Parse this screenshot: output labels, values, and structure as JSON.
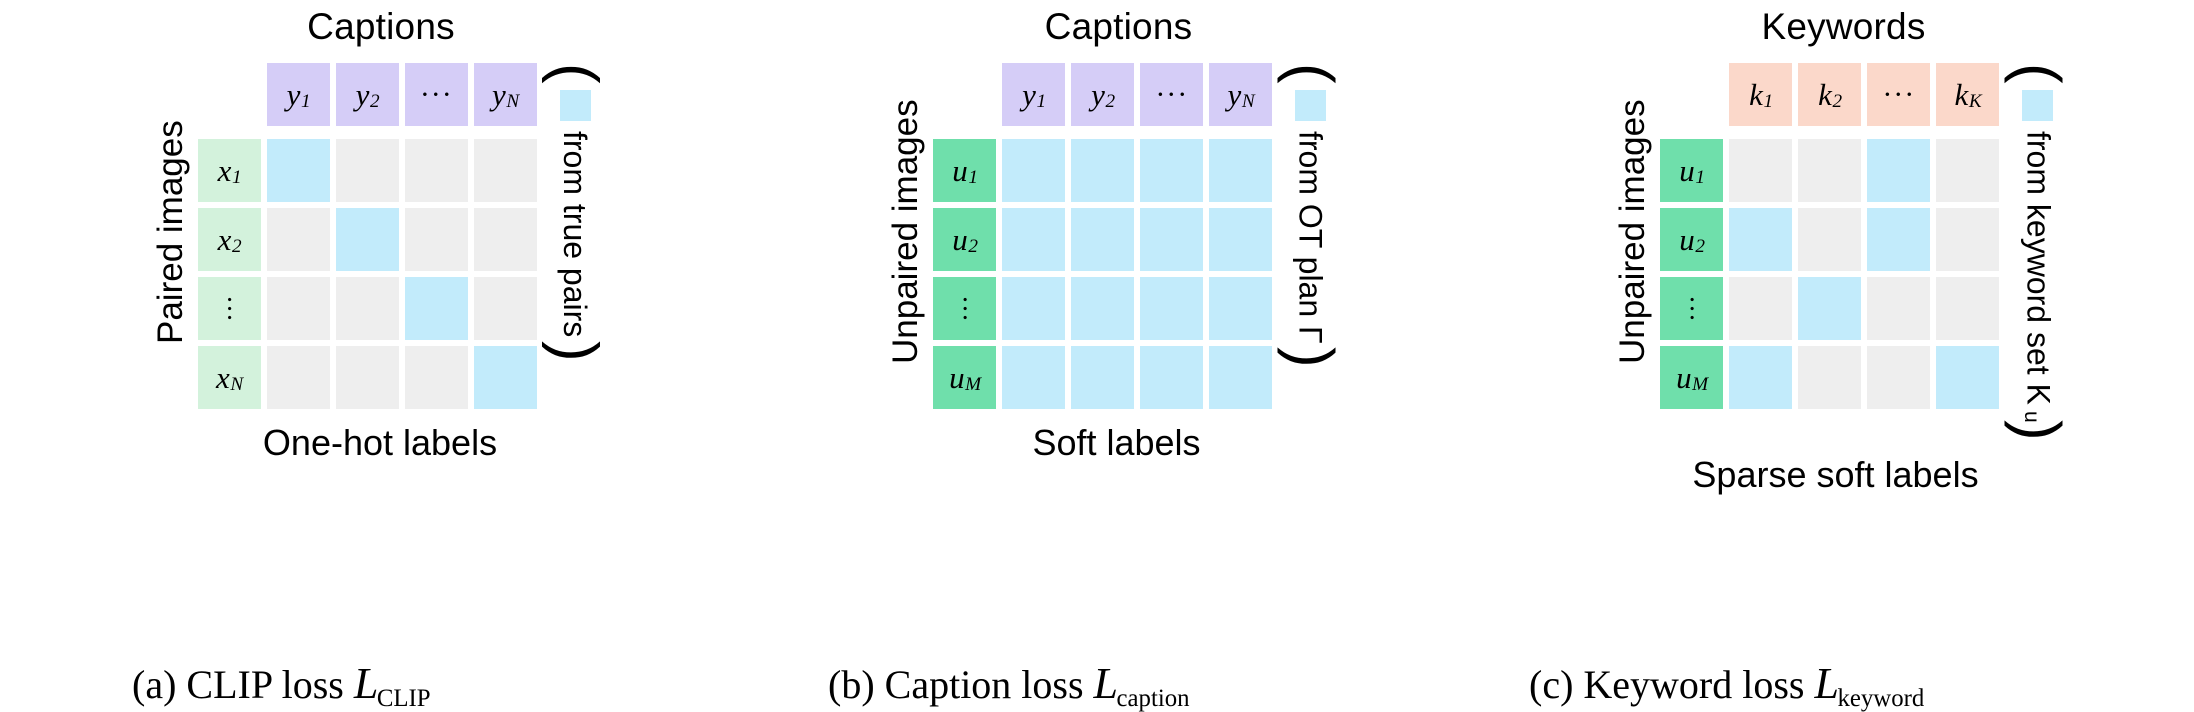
{
  "colors": {
    "caption_chip": "#d5cdf7",
    "keyword_chip": "#fbd8ca",
    "paired_image_chip": "#d3f2dc",
    "unpaired_image_chip": "#6fdfab",
    "cell_active": "#c2ebfb",
    "cell_inactive": "#eeeeee",
    "text": "#000000",
    "background": "#ffffff"
  },
  "panels": [
    {
      "id": "clip",
      "column_title": "Captions",
      "row_axis_label": "Paired images",
      "bottom_label": "One-hot labels",
      "caption_prefix": "(a) CLIP loss",
      "caption_symbol": "L",
      "caption_subscript": "CLIP",
      "column_headers": [
        "y₁",
        "y₂",
        "⋯",
        "yₙ"
      ],
      "column_headers_parts": [
        {
          "base": "y",
          "sub": "1"
        },
        {
          "base": "y",
          "sub": "2"
        },
        {
          "base": "···",
          "sub": ""
        },
        {
          "base": "y",
          "sub": "N"
        }
      ],
      "row_headers_parts": [
        {
          "base": "x",
          "sub": "1"
        },
        {
          "base": "x",
          "sub": "2"
        },
        {
          "base": "⋮",
          "sub": ""
        },
        {
          "base": "x",
          "sub": "N"
        }
      ],
      "matrix": [
        [
          1,
          0,
          0,
          0
        ],
        [
          0,
          1,
          0,
          0
        ],
        [
          0,
          0,
          1,
          0
        ],
        [
          0,
          0,
          0,
          1
        ]
      ],
      "legend_text": "from true pairs",
      "legend_open": "(",
      "legend_close": ")"
    },
    {
      "id": "caption",
      "column_title": "Captions",
      "row_axis_label": "Unpaired images",
      "bottom_label": "Soft labels",
      "caption_prefix": "(b) Caption loss",
      "caption_symbol": "L",
      "caption_subscript": "caption",
      "column_headers_parts": [
        {
          "base": "y",
          "sub": "1"
        },
        {
          "base": "y",
          "sub": "2"
        },
        {
          "base": "···",
          "sub": ""
        },
        {
          "base": "y",
          "sub": "N"
        }
      ],
      "row_headers_parts": [
        {
          "base": "u",
          "sub": "1"
        },
        {
          "base": "u",
          "sub": "2"
        },
        {
          "base": "⋮",
          "sub": ""
        },
        {
          "base": "u",
          "sub": "M"
        }
      ],
      "matrix": [
        [
          1,
          1,
          1,
          1
        ],
        [
          1,
          1,
          1,
          1
        ],
        [
          1,
          1,
          1,
          1
        ],
        [
          1,
          1,
          1,
          1
        ]
      ],
      "legend_text": "from OT plan Γ",
      "legend_open": "(",
      "legend_close": ")"
    },
    {
      "id": "keyword",
      "column_title": "Keywords",
      "row_axis_label": "Unpaired images",
      "bottom_label": "Sparse soft labels",
      "caption_prefix": "(c) Keyword loss",
      "caption_symbol": "L",
      "caption_subscript": "keyword",
      "column_headers_parts": [
        {
          "base": "k",
          "sub": "1"
        },
        {
          "base": "k",
          "sub": "2"
        },
        {
          "base": "···",
          "sub": ""
        },
        {
          "base": "k",
          "sub": "K"
        }
      ],
      "row_headers_parts": [
        {
          "base": "u",
          "sub": "1"
        },
        {
          "base": "u",
          "sub": "2"
        },
        {
          "base": "⋮",
          "sub": ""
        },
        {
          "base": "u",
          "sub": "M"
        }
      ],
      "matrix": [
        [
          0,
          0,
          1,
          0
        ],
        [
          1,
          0,
          1,
          0
        ],
        [
          0,
          1,
          0,
          0
        ],
        [
          1,
          0,
          0,
          1
        ]
      ],
      "legend_text": "from keyword set K",
      "legend_text_sub": "u",
      "legend_open": "(",
      "legend_close": ")"
    }
  ]
}
